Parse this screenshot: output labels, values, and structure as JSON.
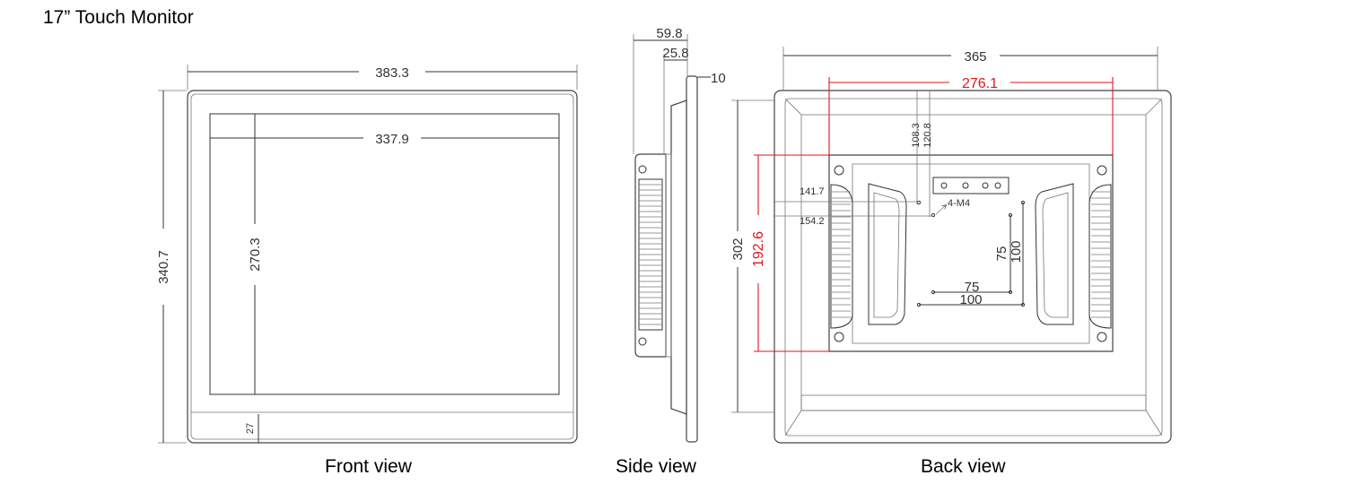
{
  "title": "17” Touch Monitor",
  "views": {
    "front": "Front view",
    "side": "Side view",
    "back": "Back view"
  },
  "front_dims": {
    "overall_width": "383.3",
    "overall_height": "340.7",
    "screen_width": "337.9",
    "screen_height": "270.3",
    "bottom_bezel": "27"
  },
  "side_dims": {
    "depth_total": "59.8",
    "depth_body": "25.8",
    "panel": "10"
  },
  "back_dims": {
    "overall_width": "365",
    "overall_height": "302",
    "bracket_width": "276.1",
    "bracket_height": "192.6",
    "offset_a": "108.3",
    "offset_b": "120.8",
    "offset_c": "141.7",
    "offset_d": "154.2",
    "screw_label": "4-M4",
    "vesa_75_h": "75",
    "vesa_100_h": "100",
    "vesa_75_v": "75",
    "vesa_100_v": "100"
  },
  "colors": {
    "line": "#333333",
    "highlight": "#e0161b"
  }
}
